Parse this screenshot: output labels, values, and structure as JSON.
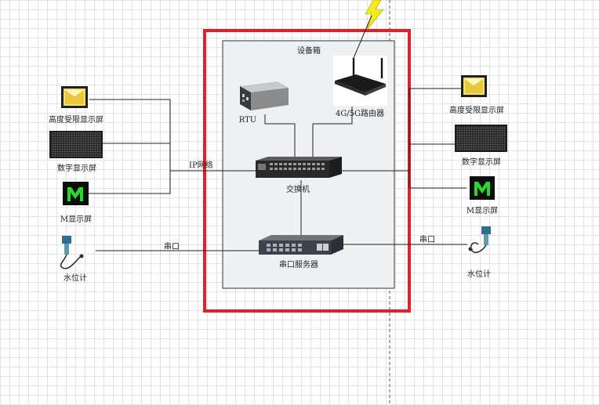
{
  "diagram": {
    "cabinet_title": "设备箱",
    "rtu_label": "RTU",
    "router_label": "4G/5G路由器",
    "switch_label": "交换机",
    "serial_server_label": "串口服务器",
    "ip_network_label": "IP网络",
    "serial_port_left_label": "串口",
    "serial_port_right_label": "串口",
    "left_devices": {
      "height_limit_display": "高度受限显示屏",
      "digital_display": "数字显示屏",
      "m_display": "M显示屏",
      "water_level_meter": "水位计"
    },
    "right_devices": {
      "height_limit_display": "高度受限显示屏",
      "digital_display": "数字显示屏",
      "m_display": "M显示屏",
      "water_level_meter": "水位计"
    },
    "icons": {
      "height_limit_display": "yellow-v-sign-icon",
      "digital_display": "led-matrix-panel-icon",
      "m_display": "green-m-sign-icon",
      "water_level_meter": "water-level-sensor-icon",
      "rtu": "rtu-box-icon",
      "router": "wireless-router-icon",
      "switch": "network-switch-icon",
      "serial_server": "serial-server-icon",
      "signal": "lightning-signal-icon"
    },
    "colors": {
      "highlight_border": "#e0202a",
      "cabinet_fill": "#eef1f4",
      "sign_yellow": "#f5e06a",
      "m_green": "#28d82a",
      "lightning": "#f2ea1c"
    }
  }
}
